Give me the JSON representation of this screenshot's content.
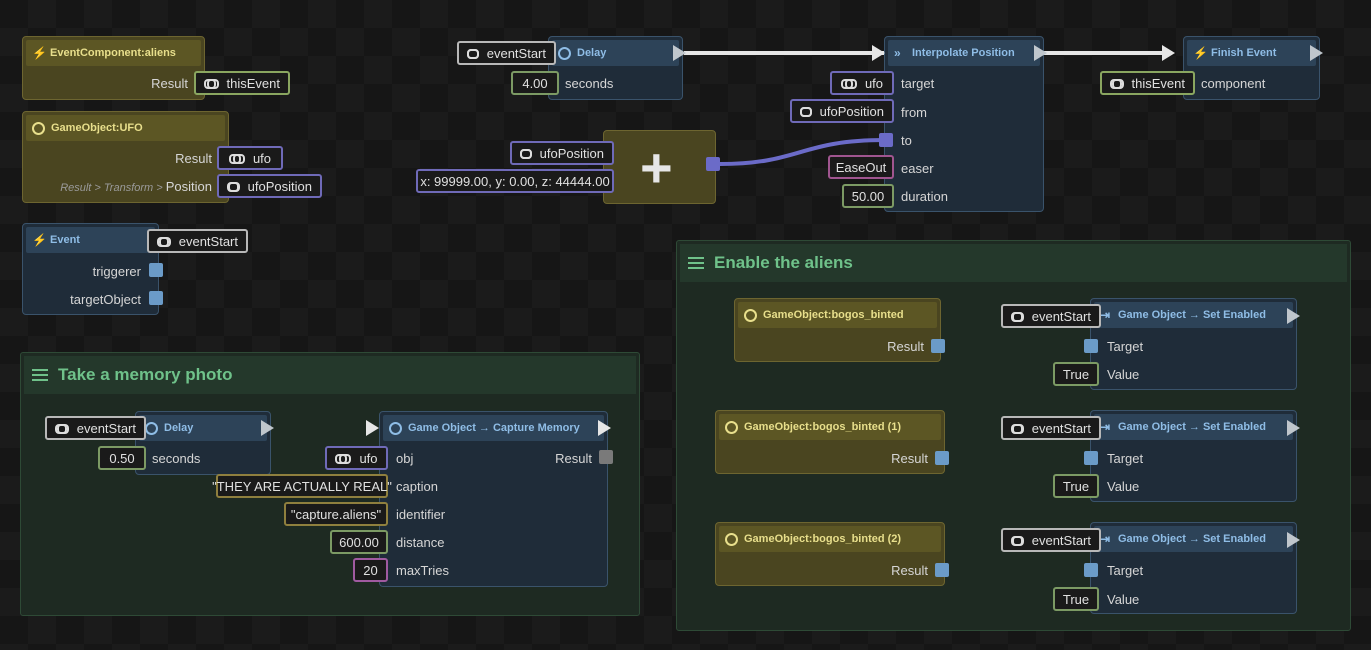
{
  "groups": {
    "memory": {
      "title": "Take a memory photo"
    },
    "aliens": {
      "title": "Enable the aliens"
    }
  },
  "nodes": {
    "event_component": {
      "title": "EventComponent:aliens",
      "result_label": "Result",
      "result_value": "thisEvent"
    },
    "ufo": {
      "title": "GameObject:UFO",
      "result_label": "Result",
      "result_value": "ufo",
      "path_prefix": "Result > Transform > ",
      "path_label": "Position",
      "path_value": "ufoPosition"
    },
    "event": {
      "title": "Event",
      "out_value": "eventStart",
      "triggerer": "triggerer",
      "target_object": "targetObject"
    },
    "delay_top": {
      "in_ref": "eventStart",
      "title": "Delay",
      "seconds_value": "4.00",
      "seconds_label": "seconds"
    },
    "add": {
      "in_ref": "ufoPosition",
      "vector": "x: 99999.00, y: 0.00, z: 44444.00"
    },
    "interpolate": {
      "title": "Interpolate Position",
      "target_value": "ufo",
      "target_label": "target",
      "from_value": "ufoPosition",
      "from_label": "from",
      "to_label": "to",
      "easer_value": "EaseOut",
      "easer_label": "easer",
      "duration_value": "50.00",
      "duration_label": "duration"
    },
    "finish": {
      "title": "Finish Event",
      "component_value": "thisEvent",
      "component_label": "component"
    },
    "delay_mem": {
      "in_ref": "eventStart",
      "title": "Delay",
      "seconds_value": "0.50",
      "seconds_label": "seconds"
    },
    "capture": {
      "title": "Game Object → Capture Memory",
      "obj_value": "ufo",
      "obj_label": "obj",
      "result_label": "Result",
      "caption_value": "\"THEY ARE ACTUALLY REAL\"",
      "caption_label": "caption",
      "identifier_value": "\"capture.aliens\"",
      "identifier_label": "identifier",
      "distance_value": "600.00",
      "distance_label": "distance",
      "maxtries_value": "20",
      "maxtries_label": "maxTries"
    },
    "bogos0": {
      "title": "GameObject:bogos_binted",
      "result_label": "Result"
    },
    "bogos1": {
      "title": "GameObject:bogos_binted (1)",
      "result_label": "Result"
    },
    "bogos2": {
      "title": "GameObject:bogos_binted (2)",
      "result_label": "Result"
    },
    "enable0": {
      "in_ref": "eventStart",
      "title": "Game Object → Set Enabled",
      "target_label": "Target",
      "value": "True",
      "value_label": "Value"
    },
    "enable1": {
      "in_ref": "eventStart",
      "title": "Game Object → Set Enabled",
      "target_label": "Target",
      "value": "True",
      "value_label": "Value"
    },
    "enable2": {
      "in_ref": "eventStart",
      "title": "Game Object → Set Enabled",
      "target_label": "Target",
      "value": "True",
      "value_label": "Value"
    }
  },
  "colors": {
    "background": "#161616",
    "group_title": "#6fc28a",
    "gameobject_node": "#4a4520",
    "action_node": "#1f2c39",
    "port_blue": "#6b9bc8",
    "port_purple": "#6b6bc8"
  }
}
